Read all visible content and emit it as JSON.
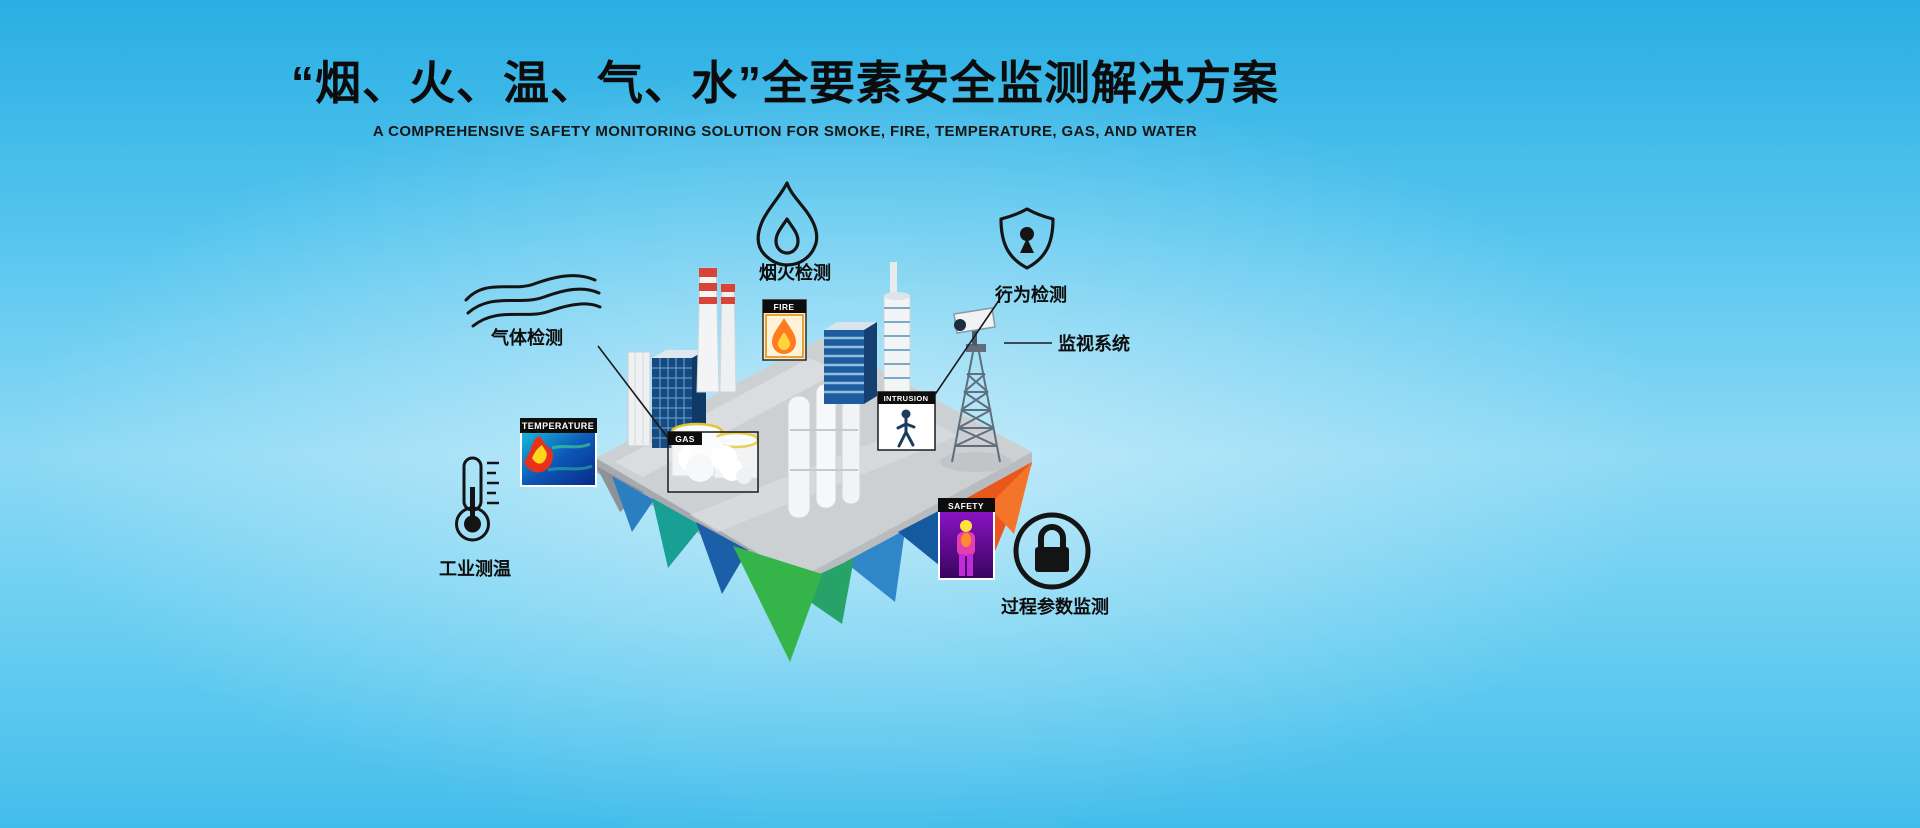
{
  "header": {
    "title": "“烟、火、温、气、水”全要素安全监测解决方案",
    "subtitle": "A COMPREHENSIVE SAFETY MONITORING SOLUTION FOR SMOKE, FIRE, TEMPERATURE, GAS, AND WATER"
  },
  "callouts": {
    "smoke_fire_detection": "烟火检测",
    "behavior_detection": "行为检测",
    "surveillance_system": "监视系统",
    "gas_detection": "气体检测",
    "industrial_temperature_measurement": "工业测温",
    "process_parameter_monitoring": "过程参数监测"
  },
  "scene_tags": {
    "fire": "FIRE",
    "temperature": "TEMPERATURE",
    "gas": "GAS",
    "intrusion": "INTRUSION",
    "safety": "SAFETY"
  },
  "colors": {
    "background_top": "#2bb3e7",
    "background_center": "#a9e3f8",
    "title_text": "#0c0c0c",
    "platform_gray": "#cdd0d3",
    "crystal_orange": "#ea561c",
    "crystal_blue": "#1e63ad",
    "crystal_teal": "#18a094",
    "crystal_green": "#35b44a"
  }
}
